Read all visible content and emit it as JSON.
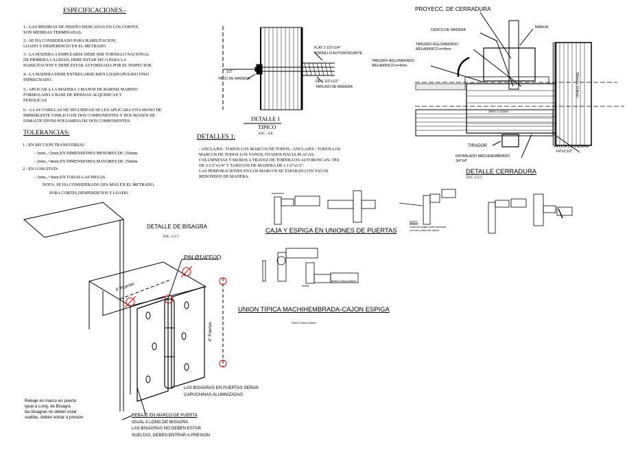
{
  "specs": {
    "title": "ESPECIFICACIONES.-",
    "items": [
      [
        "1.- LAS MEDIDAS DE DISEÑO INDICADAS EN LOS CORTES",
        "SON MEDIDAS TERMINADAS."
      ],
      [
        "2.- SE HA CONSIDERADO  PARA HABILITACION,",
        "LIJADO Y DESPERDICIO EN EL METRADO"
      ],
      [
        "3.- LA MADERA A EMPLEARSE DEBE SER TORNILLO NACIONAL",
        "DE PRIMERA CALIDAD, DEBE ESTAR SECA  PARA LA",
        "HABILITACION Y DEBE ESTAR AUTORIZADA POR EL INSPECTOR."
      ],
      [
        "4.- LA MADERA DEBE ENTREGARSE BIEN LIJADO,PULIDO FINO",
        "INPREGNADO ."
      ],
      [
        "5.- APLICAR A LA  MADERA 3 MANOS DE BARNIZ  MARINO",
        "FORMULADO  A  BASE  DE  RESINAS  ALQUIDICAS  Y",
        "FENOLICAS"
      ],
      [
        "6.- A LAS VARILLAS DE SEGURIDAD SE LES APLICARA UNA MANO DE",
        "IMPRIMANTE VINILICO DE DOS COMPONENTES Y DOS MANOS DE",
        "ESMALTE EPOXI-POLIAMIDA DE DOS COMPONENTES."
      ]
    ]
  },
  "tolerancias": {
    "title": "TOLERANCIAS:",
    "lines": [
      "1.- EN SECCION TRANSVERSAL:",
      "- 1mm.,+2mm.EN DIMENSIONES MENORES DE 150mm.",
      "- 2mm.,+4mm.EN DIMENSIONES MAYORES DE 150mm.",
      "2.- EN LONGITUD:",
      "- 1mm.,+3mm.EN TODAS LAS PIEZAS.",
      "NOTA:  SE HA CONSIDERADO 20% MÁS EN EL METRADO,",
      "PARA CORTES,DESPERDICIOS Y LIJADO."
    ]
  },
  "detalle1": {
    "title_a": "DETALLE 1",
    "title_b": "TIPICO",
    "scale": "ESC.: S/E",
    "labels": {
      "flat": "FLAT 3 1/2\"x1/4\"",
      "tornillo": "TORNILLO AUTOROSCANTE",
      "half": "1/2\"",
      "taco": "TACO DE MADERA",
      "tarugo_dim": "DE 1 1/2\"x1/2\"",
      "tarugo": "TARUGO DE MADERA"
    }
  },
  "detalles1": {
    "title": "DETALLES 1:",
    "lines": [
      "- ANCLAJES : TODOS LOS MARCOS DE TODOS - ANCLAJES : TODOS LOS",
      "MARCOS DE TODOS LOS VANOS, FIJADOS HACIA PLACAS,",
      "COLUMNETAS Y MUROS A TRAVEZ DE TORNILLOS AUTOROSCAN- TES",
      "DE 3.1/2\"x1/4\" Y TARUGOS DE MADERA DE   1.1/2\"x1/2\".",
      "LAS PERFORACIONES EN LOS MARCOS SE TAPARAN  CON TACOS",
      "REDONDOS DE MADERA."
    ]
  },
  "cerradura": {
    "title": "DETALLE  CERRADURA",
    "scale": "ESC.:1/2.5",
    "labels": {
      "proyecc": "PROYECC. DE CERRADURA",
      "cerco": "CERCO DE MADERA",
      "manija": "MANIJA",
      "tablero1": "TABLERO AGLOMERADO",
      "tablero2": "MELAMINICO e=4mm",
      "tablero3": "TABLERO AGLOMERADO",
      "tablero4": "MELAMINICO e=4mm",
      "dim_h": "38mm x 114mm",
      "dim_v": "38mm x 114mm",
      "tirador": "TIRADOR",
      "entablado1": "ENTABLADO MACHIHEMBRADO",
      "entablado2": "3/4\"X4\"",
      "aplica1": "APLICA DE MADERA",
      "aplica2": "1/4\"x2.1/2\""
    }
  },
  "caja": {
    "title": "CAJA Y ESPIGA EN UNIONES DE PUERTAS",
    "nota_title": "NOTA:",
    "nota_lines": [
      "Todas las espigas seran reforzadas",
      "con cola y clavos sin cabeza"
    ],
    "union_title": "UNION TIPICA MACHIHEMBRADA-CAJON ESPIGA",
    "union_sub": "MARCO 63mmx135mm",
    "marco_label": "MARCO 63mmx135mm",
    "detalle_small": "Detalle"
  },
  "bisagra": {
    "title": "DETALLE DE BISAGRA",
    "scale": "ESC.:1/2.5",
    "pin": "PIN Ø1/4\"FIJO",
    "puertas_a": "4\" Puertas",
    "puertas_b": "4\" Puertas",
    "note1": [
      "LAS BISAGRAS EN PUERTAS SERAN",
      "CAPUCHINAS ALUMNIZADAS"
    ],
    "note2": [
      "REBAJE EN MARCO DE PUERTA",
      "IGUAL A LONG.DE BISAGRA",
      "LAS BISAGRAS NO DEBEN ESTAR",
      "SUELTAS, DEBEN ENTRAR A PRESION"
    ],
    "note3": [
      "Rebaje en marco en puerta",
      "igual a Long. de Bisagra",
      "las bisagras no deben estar",
      "sueltas, deben entrar a presión"
    ]
  },
  "colors": {
    "line": "#000000",
    "accent": "#e60000"
  }
}
